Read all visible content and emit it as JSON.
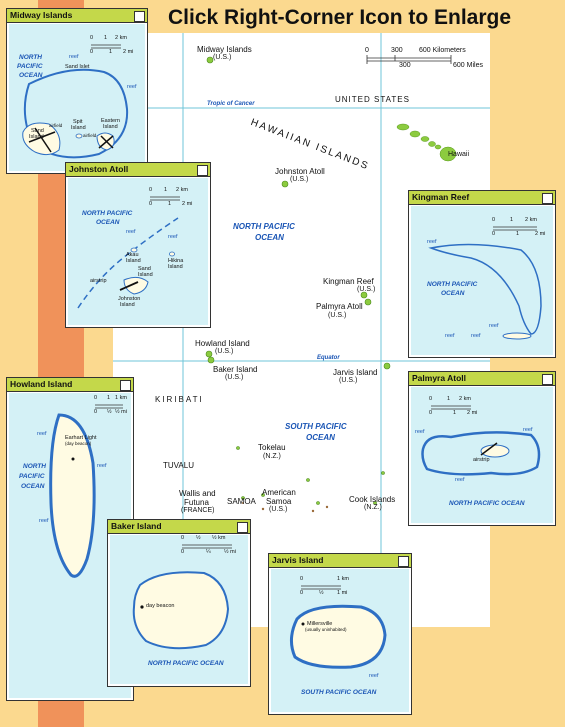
{
  "header": {
    "title": "Click Right-Corner Icon to Enlarge"
  },
  "colors": {
    "ocean": "#d4f1f6",
    "land": "#fffbe3",
    "coast": "#2e6fc4",
    "title_bar": "#c4d84a",
    "background": "#fbd98f",
    "stripe": "#f0925a",
    "dot": "#8ccb3f"
  },
  "main": {
    "places": {
      "midway": "Midway Islands",
      "midway_us": "(U.S.)",
      "united_states": "UNITED STATES",
      "hawaiian": "HAWAIIAN ISLANDS",
      "hawaii": "Hawaii",
      "tropic": "Tropic of Cancer",
      "johnston": "Johnston Atoll",
      "johnston_us": "(U.S.)",
      "north_pacific": "NORTH PACIFIC",
      "ocean1": "OCEAN",
      "kingman": "Kingman Reef",
      "kingman_us": "(U.S.)",
      "palmyra": "Palmyra Atoll",
      "palmyra_us": "(U.S.)",
      "howland": "Howland Island",
      "howland_us": "(U.S.)",
      "baker": "Baker Island",
      "baker_us": "(U.S.)",
      "equator": "Equator",
      "jarvis": "Jarvis Island",
      "jarvis_us": "(U.S.)",
      "kiribati": "KIRIBATI",
      "south_pacific": "SOUTH PACIFIC",
      "ocean2": "OCEAN",
      "tokelau": "Tokelau",
      "tokelau_nz": "(N.Z.)",
      "tuvalu": "TUVALU",
      "wallis": "Wallis and",
      "futuna": "Futuna",
      "france": "(FRANCE)",
      "samoa": "SAMOA",
      "american": "American",
      "amsamoa": "Samoa",
      "amsamoa_us": "(U.S.)",
      "cook": "Cook Islands",
      "cook_nz": "(N.Z.)"
    },
    "scale": {
      "z": "0",
      "k1": "300",
      "k2": "600 Kilometers",
      "m1": "300",
      "m2": "600 Miles"
    }
  },
  "insets": {
    "midway": {
      "title": "Midway Islands",
      "ocean": "NORTH",
      "ocean2": "PACIFIC",
      "ocean3": "OCEAN",
      "sand": "Sand Islet",
      "reef": "reef",
      "reef2": "reef",
      "spit": "Spit",
      "spit2": "Island",
      "eastern": "Eastern",
      "eastern2": "Island",
      "sandisl": "Sand",
      "sandisl2": "Island",
      "airfield": "airfield",
      "airfield2": "airfield",
      "s0": "0",
      "s1": "1",
      "s2": "2 km",
      "m0": "0",
      "m1": "1",
      "m2": "2 mi"
    },
    "johnston": {
      "title": "Johnston Atoll",
      "ocean": "NORTH PACIFIC",
      "ocean2": "OCEAN",
      "akau": "Akau",
      "akau2": "Island",
      "hikina": "Hikina",
      "hikina2": "Island",
      "sand": "Sand",
      "sand2": "Island",
      "airstrip": "airstrip",
      "jisl": "Johnston",
      "jisl2": "Island",
      "reef": "reef",
      "reef2": "reef",
      "s0": "0",
      "s1": "1",
      "s2": "2 km",
      "m0": "0",
      "m1": "1",
      "m2": "2 mi"
    },
    "kingman": {
      "title": "Kingman Reef",
      "ocean": "NORTH PACIFIC",
      "ocean2": "OCEAN",
      "reef": "reef",
      "reef2": "reef",
      "reef3": "reef",
      "reef4": "reef",
      "s0": "0",
      "s1": "1",
      "s2": "2 km",
      "m0": "0",
      "m1": "1",
      "m2": "2 mi"
    },
    "howland": {
      "title": "Howland Island",
      "ocean": "NORTH",
      "ocean2": "PACIFIC",
      "ocean3": "OCEAN",
      "earhart": "Earhart Light",
      "beacon": "(day beacon)",
      "reef": "reef",
      "reef2": "reef",
      "reef3": "reef",
      "s0": "0",
      "s1": "1",
      "s2": "1 km",
      "m0": "0",
      "m1": "½",
      "m2": "½ mi"
    },
    "palmyra": {
      "title": "Palmyra Atoll",
      "ocean": "NORTH PACIFIC OCEAN",
      "airstrip": "airstrip",
      "reef": "reef",
      "reef2": "reef",
      "reef3": "reef",
      "s0": "0",
      "s1": "1",
      "s2": "2 km",
      "m0": "0",
      "m1": "1",
      "m2": "2 mi"
    },
    "baker": {
      "title": "Baker Island",
      "ocean": "NORTH PACIFIC OCEAN",
      "beacon": "day beacon",
      "s0": "0",
      "s1": "½",
      "s2": "½ km",
      "m0": "0",
      "m1": "¼",
      "m2": "½ mi"
    },
    "jarvis": {
      "title": "Jarvis Island",
      "ocean": "SOUTH PACIFIC OCEAN",
      "millersville": "Millersville",
      "uninhabited": "(usually uninhabited)",
      "reef": "reef",
      "s0": "0",
      "s1": "1 km",
      "m0": "0",
      "m1": "½",
      "m2": "1 mi"
    }
  }
}
